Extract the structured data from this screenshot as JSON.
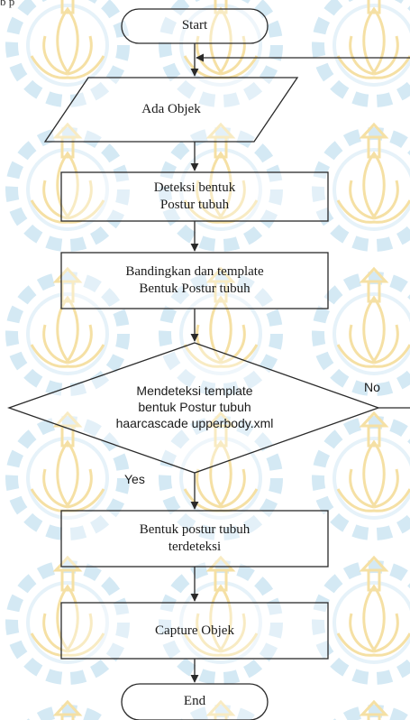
{
  "colors": {
    "stroke": "#2a2a2a",
    "text": "#1a1a1a",
    "watermark_gold": "#f4dc9a",
    "watermark_blue": "#cfe6f3"
  },
  "header_fragment": "b           p",
  "flowchart": {
    "start": "Start",
    "input": "Ada Objek",
    "process_1": [
      "Deteksi bentuk",
      "Postur tubuh"
    ],
    "process_2": [
      "Bandingkan dan template",
      "Bentuk Postur tubuh"
    ],
    "decision": [
      "Mendeteksi template",
      "bentuk Postur tubuh",
      "haarcascade upperbody.xml"
    ],
    "decision_no": "No",
    "decision_yes": "Yes",
    "process_3": [
      "Bentuk postur tubuh",
      "terdeteksi"
    ],
    "process_4": "Capture Objek",
    "end": "End"
  }
}
